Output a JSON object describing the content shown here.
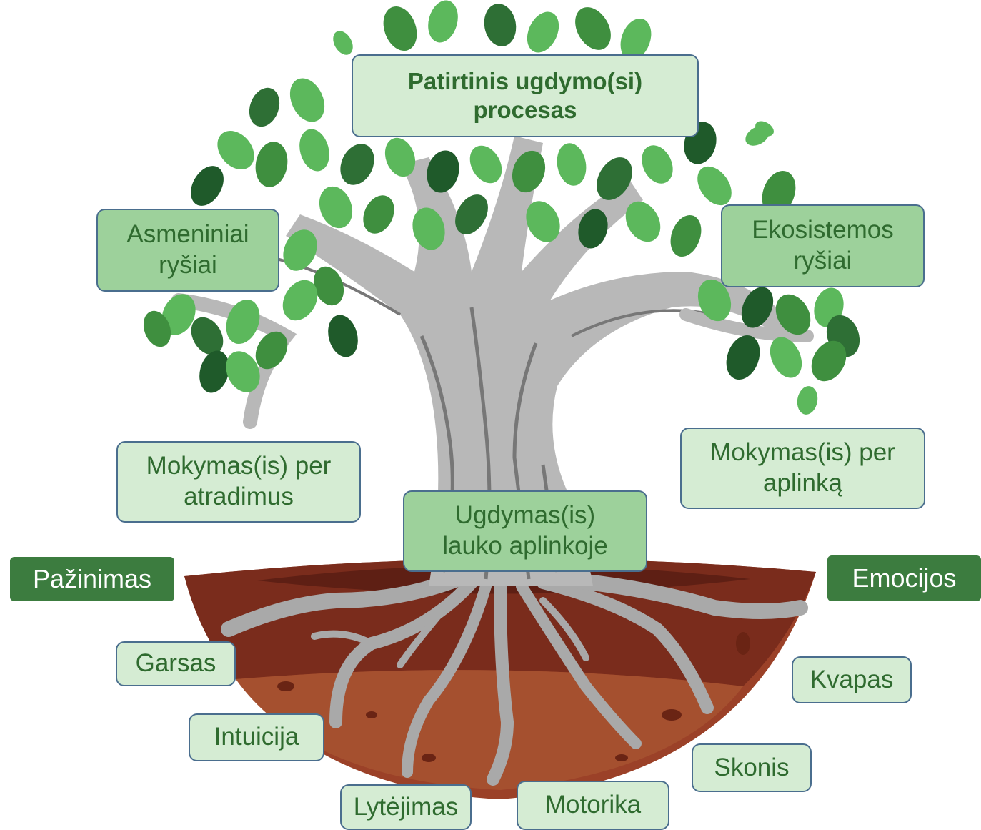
{
  "labels": {
    "title": [
      "Patirtinis ugdymo(si)",
      "procesas"
    ],
    "asmeniniai": [
      "Asmeniniai",
      "ryšiai"
    ],
    "ekosistemos": [
      "Ekosistemos",
      "ryšiai"
    ],
    "atradimai": [
      "Mokymas(is) per",
      "atradimus"
    ],
    "aplinka": [
      "Mokymas(is) per",
      "aplinką"
    ],
    "lauko": [
      "Ugdymas(is)",
      "lauko aplinkoje"
    ],
    "pazinimas": "Pažinimas",
    "emocijos": "Emocijos",
    "garsas": "Garsas",
    "kvapas": "Kvapas",
    "intuicija": "Intuicija",
    "skonis": "Skonis",
    "lytejimas": "Lytėjimas",
    "motorika": "Motorika"
  },
  "colors": {
    "leaf_light": "#5cb85c",
    "leaf_dark": "#1f5a2a",
    "trunk": "#a8a8a8",
    "trunk_line": "#6e6e6e",
    "soil_dark": "#5e1f14",
    "soil_mid": "#8c3422",
    "soil_light": "#a24a2e",
    "box_light": "#d5ecd3",
    "box_mid": "#9dd19b",
    "box_dark": "#3c7c3f",
    "text_green": "#2f6b2f",
    "box_border": "#4a6e8e"
  }
}
